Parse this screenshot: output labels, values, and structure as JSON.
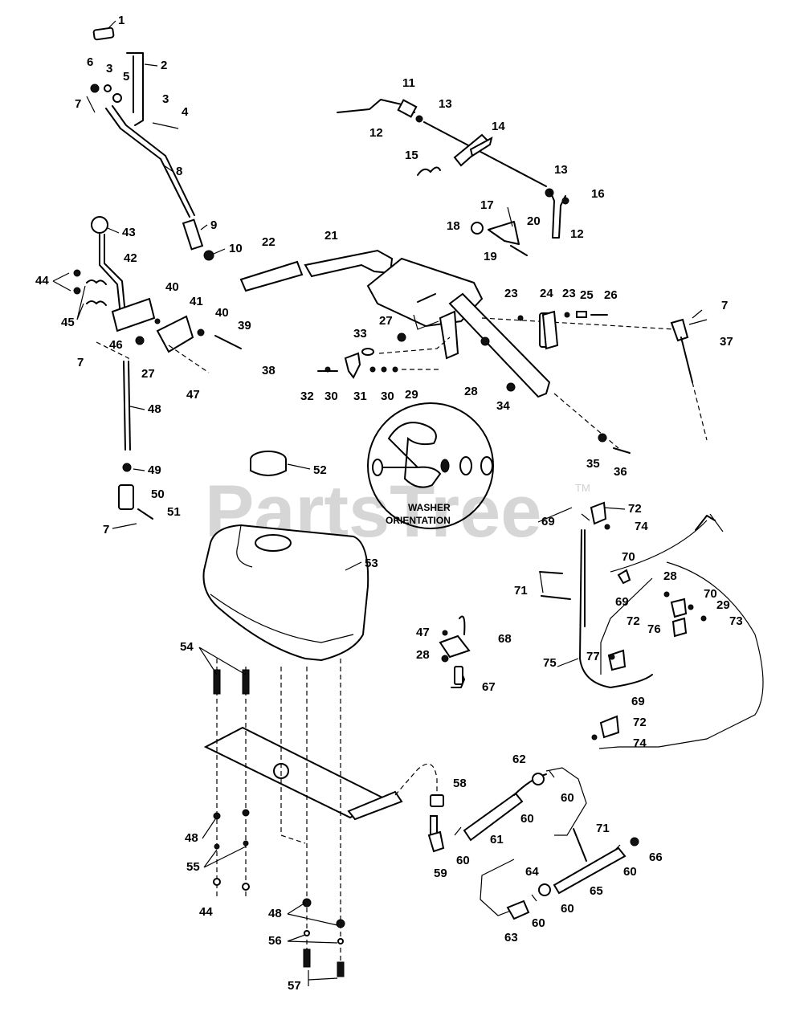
{
  "watermark": {
    "text": "PartsTree",
    "trademark": "TM"
  },
  "note": {
    "line1": "WASHER",
    "line2": "ORIENTATION"
  },
  "callouts": [
    "1",
    "2",
    "3",
    "3",
    "4",
    "5",
    "6",
    "7",
    "8",
    "9",
    "10",
    "11",
    "12",
    "12",
    "13",
    "13",
    "14",
    "15",
    "16",
    "17",
    "18",
    "19",
    "20",
    "21",
    "22",
    "23",
    "23",
    "24",
    "25",
    "26",
    "7",
    "37",
    "43",
    "42",
    "44",
    "45",
    "40",
    "41",
    "40",
    "39",
    "38",
    "46",
    "27",
    "7",
    "47",
    "27",
    "33",
    "30",
    "31",
    "32",
    "30",
    "29",
    "28",
    "34",
    "35",
    "36",
    "48",
    "49",
    "50",
    "51",
    "7",
    "52",
    "53",
    "54",
    "48",
    "55",
    "44",
    "48",
    "56",
    "57",
    "58",
    "59",
    "60",
    "61",
    "62",
    "60",
    "60",
    "71",
    "63",
    "64",
    "60",
    "60",
    "65",
    "60",
    "66",
    "67",
    "68",
    "47",
    "28",
    "69",
    "72",
    "74",
    "70",
    "71",
    "28",
    "70",
    "29",
    "73",
    "76",
    "69",
    "72",
    "77",
    "75",
    "69",
    "72",
    "74"
  ]
}
